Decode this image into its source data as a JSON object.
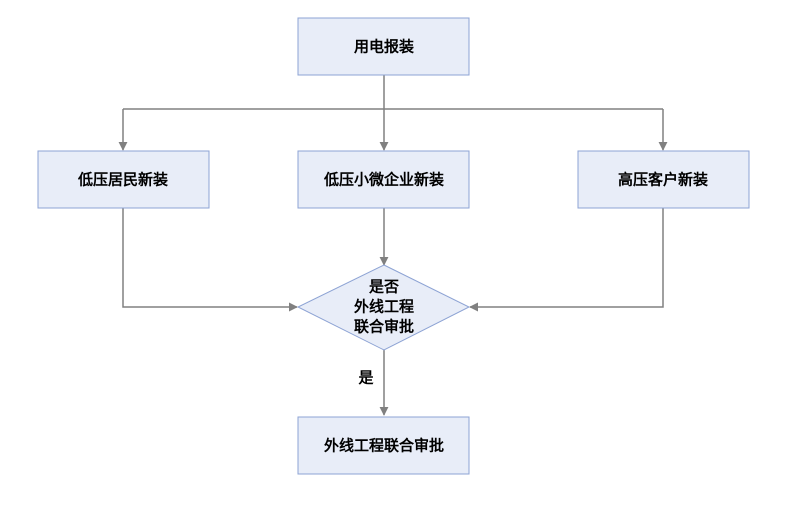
{
  "colors": {
    "node_fill": "#e8edf8",
    "node_stroke": "#8da3d4",
    "connector": "#808080"
  },
  "nodes": {
    "start": "用电报装",
    "low_resident": "低压居民新装",
    "low_small_business": "低压小微企业新装",
    "high_customer": "高压客户新装",
    "decision_lines": [
      "是否",
      "外线工程",
      "联合审批"
    ],
    "end": "外线工程联合审批"
  },
  "edges": {
    "yes_label": "是"
  }
}
